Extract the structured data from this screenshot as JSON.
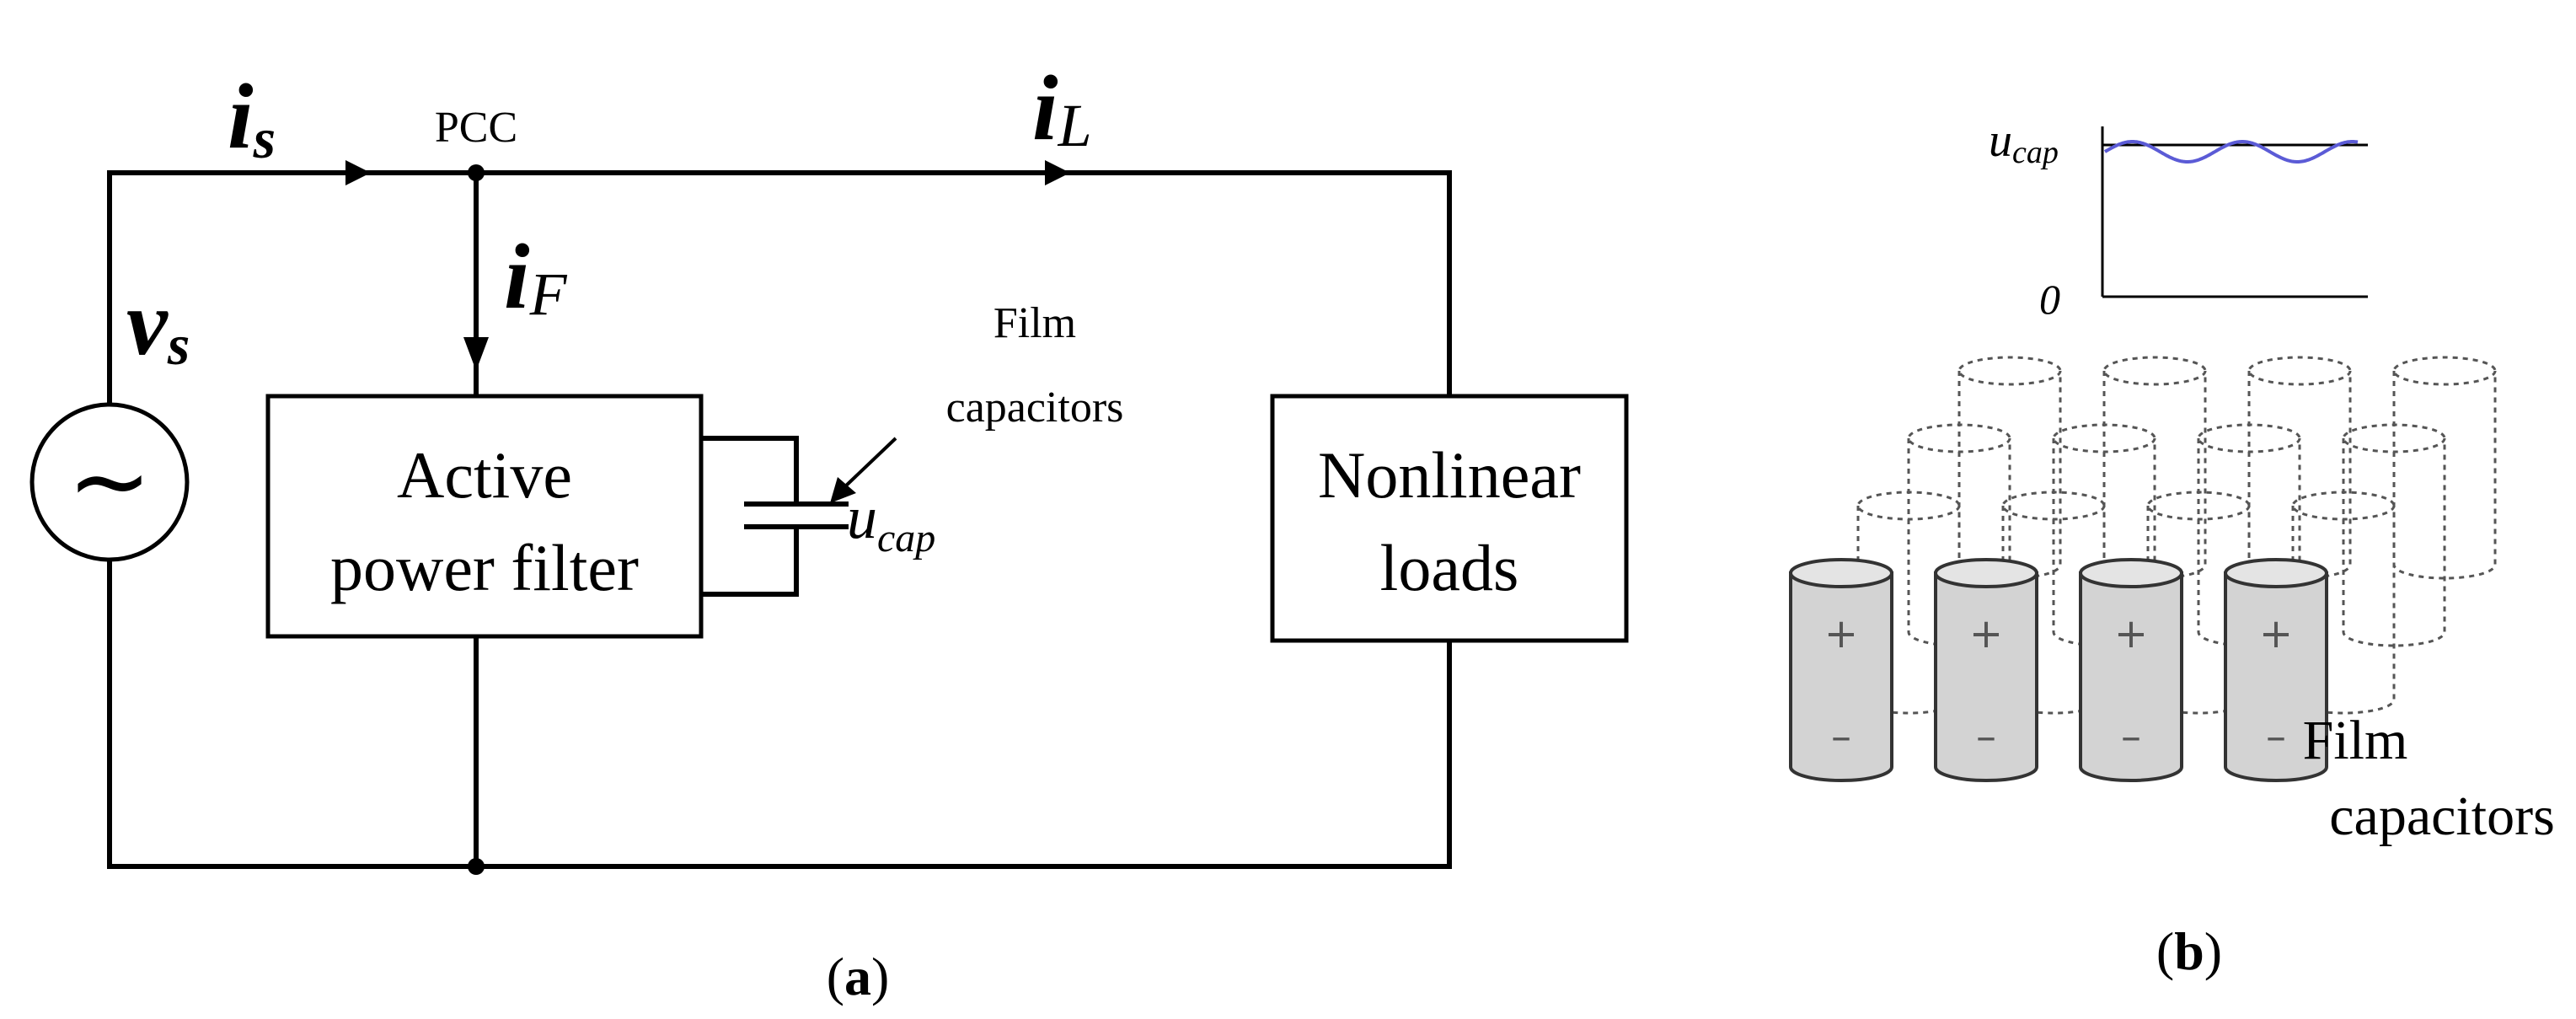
{
  "panel_a": {
    "label_open": "(",
    "label_letter": "a",
    "label_close": ")",
    "source_current": {
      "main": "i",
      "sub": "s"
    },
    "load_current": {
      "main": "i",
      "sub": "L"
    },
    "filter_current": {
      "main": "i",
      "sub": "F"
    },
    "source_voltage": {
      "main": "v",
      "sub": "s"
    },
    "pcc_label": "PCC",
    "apf_line1": "Active",
    "apf_line2": "power filter",
    "load_line1": "Nonlinear",
    "load_line2": "loads",
    "cap_caption_line1": "Film",
    "cap_caption_line2": "capacitors",
    "cap_voltage": {
      "main": "u",
      "sub": "cap"
    },
    "source_symbol": "~"
  },
  "panel_b": {
    "label_open": "(",
    "label_letter": "b",
    "label_close": ")",
    "plot_ylabel": {
      "main": "u",
      "sub": "cap"
    },
    "plot_zero": "0",
    "cap_caption_line1": "Film",
    "cap_caption_line2": "capacitors",
    "plus_sign": "+",
    "minus_sign": "–",
    "ripple_color": "#5b5bd6"
  }
}
